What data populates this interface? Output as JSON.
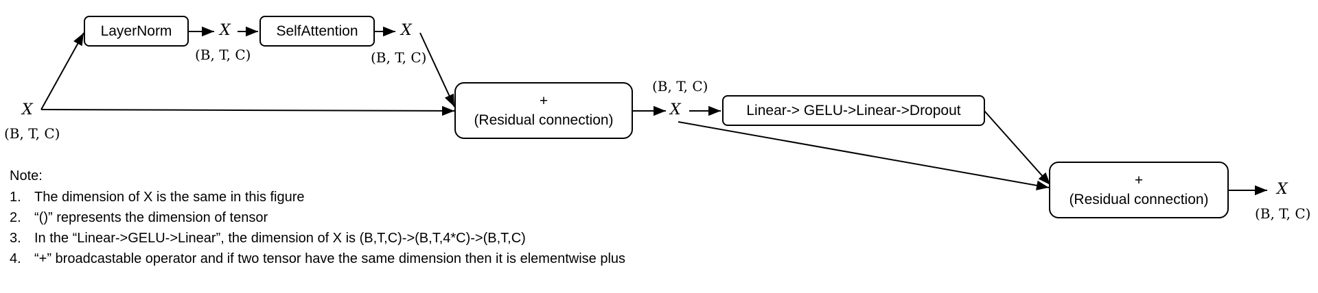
{
  "nodes": {
    "layernorm": "LayerNorm",
    "selfattention": "SelfAttention",
    "residual1_plus": "+",
    "residual1_label": "(Residual connection)",
    "mlp": "Linear-> GELU->Linear->Dropout",
    "residual2_plus": "+",
    "residual2_label": "(Residual connection)"
  },
  "variable_symbol": "X",
  "dimension_label": "(B, T, C)",
  "notes": {
    "title": "Note:",
    "items": [
      {
        "num": "1.",
        "text": "The dimension of X is the same in this figure"
      },
      {
        "num": "2.",
        "text": " “()” represents the dimension of tensor"
      },
      {
        "num": "3.",
        "text": "In the “Linear->GELU->Linear”, the dimension of X is (B,T,C)->(B,T,4*C)->(B,T,C)"
      },
      {
        "num": "4.",
        "text": "“+” broadcastable operator and if two tensor have the same dimension then it is elementwise plus"
      }
    ]
  }
}
